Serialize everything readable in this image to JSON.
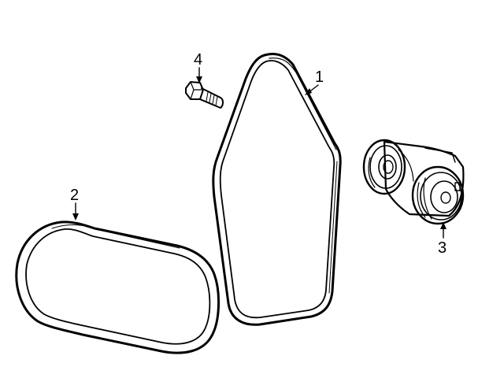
{
  "callouts": [
    {
      "id": "1",
      "text": "1"
    },
    {
      "id": "2",
      "text": "2"
    },
    {
      "id": "3",
      "text": "3"
    },
    {
      "id": "4",
      "text": "4"
    }
  ],
  "colors": {
    "line": "#000000",
    "background": "#ffffff"
  }
}
